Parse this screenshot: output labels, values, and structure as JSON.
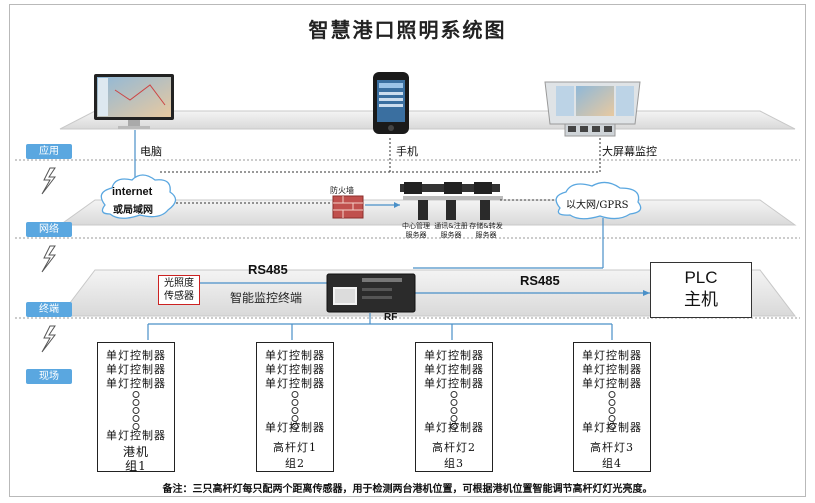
{
  "title": "智慧港口照明系统图",
  "layers": {
    "app": "应用",
    "network": "网络",
    "terminal": "终端",
    "field": "现场"
  },
  "devices": {
    "computer": "电脑",
    "phone": "手机",
    "screen": "大屏幕监控"
  },
  "network": {
    "internet_line1": "internet",
    "internet_line2": "或局域网",
    "firewall": "防火墙",
    "ethernet": "以大网/GPRS",
    "servers": [
      "中心管理\n服务器",
      "通讯&注册\n服务器",
      "存储&转发\n服务器"
    ]
  },
  "terminal": {
    "rs485_left": "RS485",
    "rs485_right": "RS485",
    "sensor_line1": "光照度",
    "sensor_line2": "传感器",
    "monitor": "智能监控终端",
    "rf": "RF",
    "plc_line1": "PLC",
    "plc_line2": "主机"
  },
  "groups": [
    {
      "controllers": [
        "单灯控制器",
        "单灯控制器",
        "单灯控制器"
      ],
      "last": "单灯控制器",
      "name": "港机",
      "group": "组1"
    },
    {
      "controllers": [
        "单灯控制器",
        "单灯控制器",
        "单灯控制器"
      ],
      "last": "单灯控制器",
      "name": "高杆灯1",
      "group": "组2"
    },
    {
      "controllers": [
        "单灯控制器",
        "单灯控制器",
        "单灯控制器"
      ],
      "last": "单灯控制器",
      "name": "高杆灯2",
      "group": "组3"
    },
    {
      "controllers": [
        "单灯控制器",
        "单灯控制器",
        "单灯控制器"
      ],
      "last": "单灯控制器",
      "name": "高杆灯3",
      "group": "组4"
    }
  ],
  "note": "备注：三只高杆灯每只配两个距离传感器，用于检测两台港机位置，可根据港机位置智能调节高杆灯灯光亮度。",
  "colors": {
    "layer_label": "#5aa7e0",
    "cable": "#4a90c8",
    "firewall": "#c0504d",
    "sensor_border": "#cc2222"
  }
}
